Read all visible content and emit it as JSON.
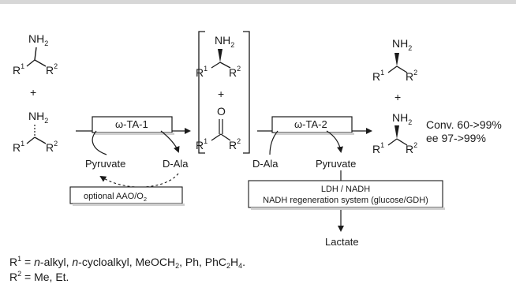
{
  "amine_group": "NH",
  "amine_sub": "2",
  "r1_main": "R",
  "r1_sup": "1",
  "r2_main": "R",
  "r2_sup": "2",
  "plus": "+",
  "ketone_o": "O",
  "enzyme1": "ω-TA-1",
  "enzyme2": "ω-TA-2",
  "pyruvate": "Pyruvate",
  "d_ala": "D-Ala",
  "optional_box_main": "optional AAO/O",
  "optional_box_sub": "2",
  "ldh_line1": "LDH / NADH",
  "ldh_line2": "NADH regeneration system (glucose/GDH)",
  "lactate": "Lactate",
  "conv": "Conv. 60->99%",
  "ee": "ee 97->99%",
  "footnote1": {
    "r": "R",
    "sup": "1",
    "eq": " = ",
    "nalkyl_italic": "n",
    "nalkyl_rest": "-alkyl, ",
    "ncyclo_italic": "n",
    "ncyclo_rest": "-cycloalkyl, MeOCH",
    "sub1": "2",
    "mid": ", Ph, PhC",
    "sub2": "2",
    "h": "H",
    "sub3": "4",
    "end": "."
  },
  "footnote2": {
    "r": "R",
    "sup": "2",
    "eq": " = Me, Et."
  }
}
